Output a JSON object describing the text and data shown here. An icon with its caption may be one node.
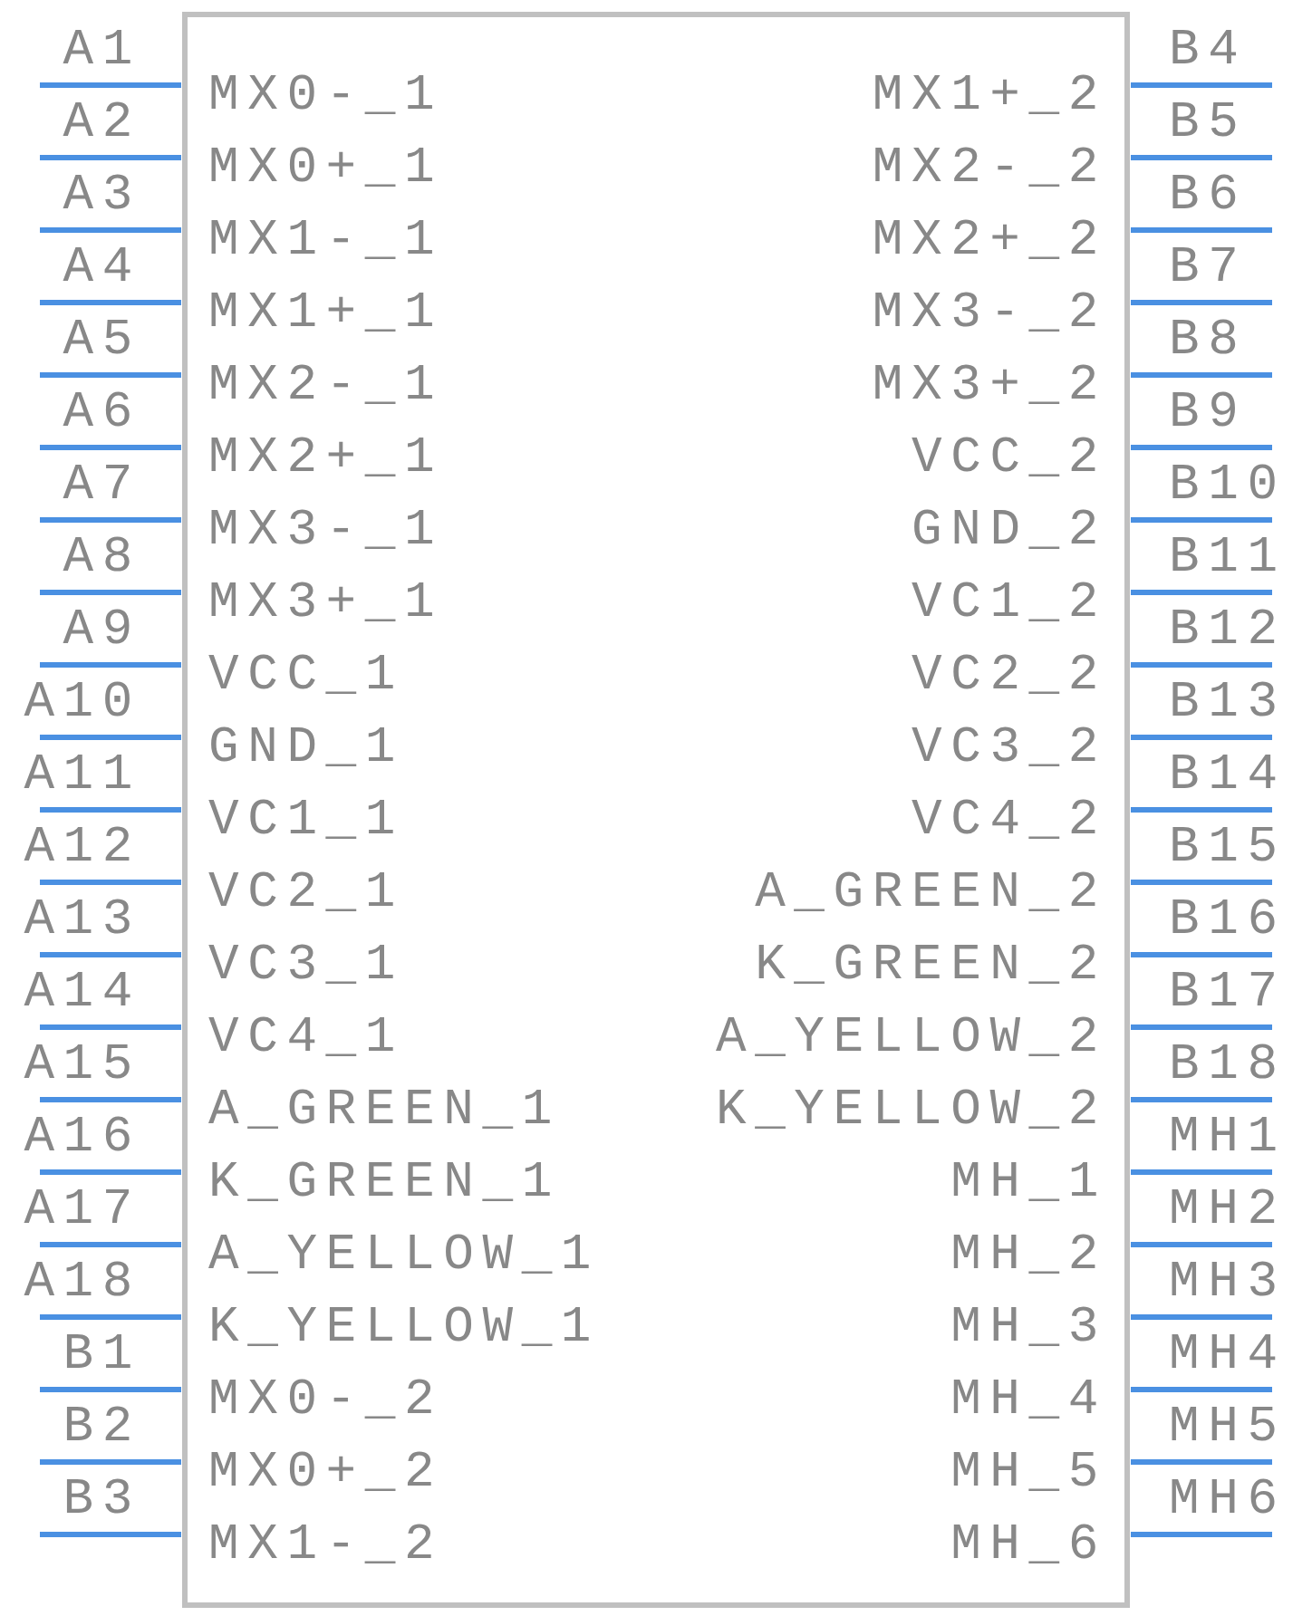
{
  "diagram": {
    "labels": [
      "A1",
      "MX0-_1",
      "MX1+_2",
      "B4",
      "A2",
      "MX0+_1",
      "MX2-_2",
      "B5",
      "A3",
      "MX1-_1",
      "MX2+_2",
      "B6",
      "A4",
      "MX1+_1",
      "MX3-_2",
      "B7",
      "A5",
      "MX2-_1",
      "MX3+_2",
      "B8",
      "A6",
      "MX2+_1",
      "VCC_2",
      "B9",
      "A7",
      "MX3-_1",
      "GND_2",
      "B10",
      "A8",
      "MX3+_1",
      "VC1_2",
      "B11",
      "A9",
      "VCC_1",
      "VC2_2",
      "B12",
      "A10",
      "GND_1",
      "VC3_2",
      "B13",
      "A11",
      "VC1_1",
      "VC4_2",
      "B14",
      "A12",
      "VC2_1",
      "A_GREEN_2",
      "B15",
      "A13",
      "VC3_1",
      "K_GREEN_2",
      "B16",
      "A14",
      "VC4_1",
      "A_YELLOW_2",
      "B17",
      "A15",
      "A_GREEN_1",
      "K_YELLOW_2",
      "B18",
      "A16",
      "K_GREEN_1",
      "MH_1",
      "MH1",
      "A17",
      "A_YELLOW_1",
      "MH_2",
      "MH2",
      "A18",
      "K_YELLOW_1",
      "MH_3",
      "MH3",
      "B1",
      "MX0-_2",
      "MH_4",
      "MH4",
      "B2",
      "MX0+_2",
      "MH_5",
      "MH5",
      "B3",
      "MX1-_2",
      "MH_6",
      "MH6"
    ]
  }
}
